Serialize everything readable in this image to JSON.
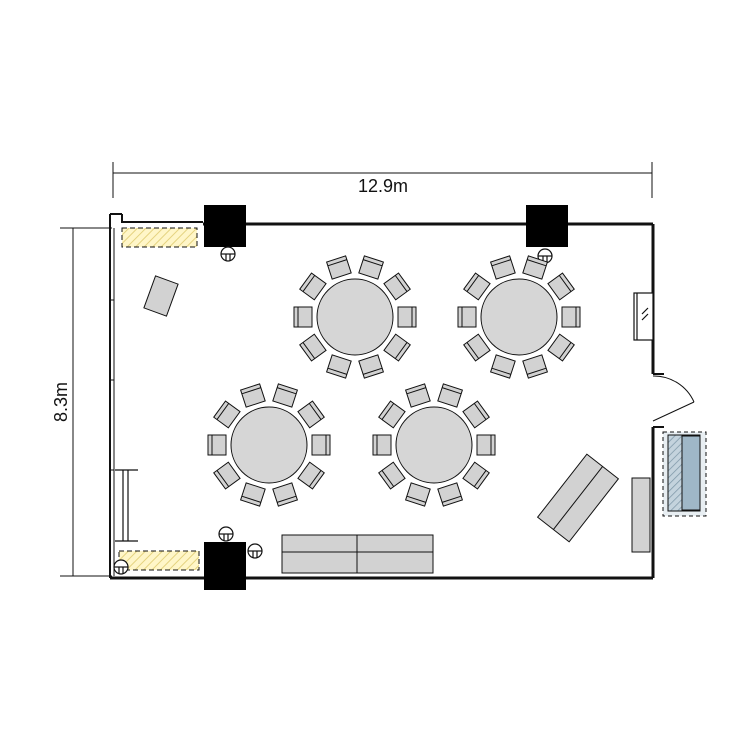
{
  "dimensions": {
    "width_label": "12.9m",
    "height_label": "8.3m"
  },
  "furniture": {
    "round_tables": [
      {
        "id": "table-1",
        "seats": 10
      },
      {
        "id": "table-2",
        "seats": 10
      },
      {
        "id": "table-3",
        "seats": 10
      },
      {
        "id": "table-4",
        "seats": 10
      }
    ],
    "counter_segments": 2,
    "sofa_segments": 2
  },
  "colors": {
    "wall": "#111111",
    "column": "#000000",
    "table_fill": "#d6d6d6",
    "furniture_fill": "#d2d2d2",
    "storage_fill": "#fff6c8",
    "storage_hatch": "#e7d98a",
    "cabinet_fill": "#9fb7c7"
  }
}
